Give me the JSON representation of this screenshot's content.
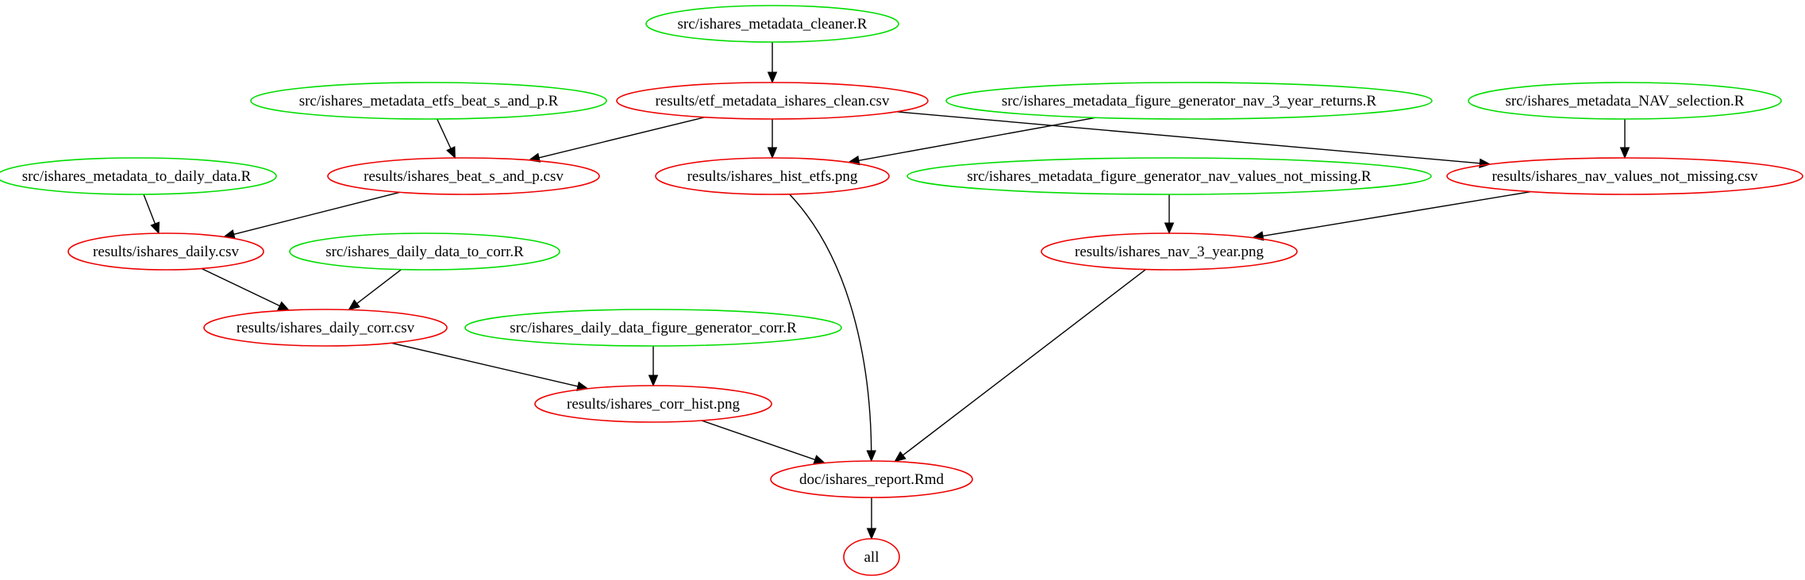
{
  "diagram": {
    "type": "dependency-graph",
    "colors": {
      "source": "#00dd00",
      "target": "#ee0000",
      "edge": "#000000",
      "background": "#ffffff"
    },
    "nodes": [
      {
        "id": "cleaner",
        "label": "src/ishares_metadata_cleaner.R",
        "kind": "source"
      },
      {
        "id": "clean_csv",
        "label": "results/etf_metadata_ishares_clean.csv",
        "kind": "target"
      },
      {
        "id": "beat_src",
        "label": "src/ishares_metadata_etfs_beat_s_and_p.R",
        "kind": "source"
      },
      {
        "id": "fig3y_src",
        "label": "src/ishares_metadata_figure_generator_nav_3_year_returns.R",
        "kind": "source"
      },
      {
        "id": "navsel_src",
        "label": "src/ishares_metadata_NAV_selection.R",
        "kind": "source"
      },
      {
        "id": "daily_src",
        "label": "src/ishares_metadata_to_daily_data.R",
        "kind": "source"
      },
      {
        "id": "beat_csv",
        "label": "results/ishares_beat_s_and_p.csv",
        "kind": "target"
      },
      {
        "id": "hist_etfs",
        "label": "results/ishares_hist_etfs.png",
        "kind": "target"
      },
      {
        "id": "figmiss_src",
        "label": "src/ishares_metadata_figure_generator_nav_values_not_missing.R",
        "kind": "source"
      },
      {
        "id": "navmiss_csv",
        "label": "results/ishares_nav_values_not_missing.csv",
        "kind": "target"
      },
      {
        "id": "daily_csv",
        "label": "results/ishares_daily.csv",
        "kind": "target"
      },
      {
        "id": "corr_src",
        "label": "src/ishares_daily_data_to_corr.R",
        "kind": "source"
      },
      {
        "id": "nav3y_png",
        "label": "results/ishares_nav_3_year.png",
        "kind": "target"
      },
      {
        "id": "corr_csv",
        "label": "results/ishares_daily_corr.csv",
        "kind": "target"
      },
      {
        "id": "figcorr_src",
        "label": "src/ishares_daily_data_figure_generator_corr.R",
        "kind": "source"
      },
      {
        "id": "corrhist_png",
        "label": "results/ishares_corr_hist.png",
        "kind": "target"
      },
      {
        "id": "report",
        "label": "doc/ishares_report.Rmd",
        "kind": "target"
      },
      {
        "id": "all",
        "label": "all",
        "kind": "target"
      }
    ],
    "edges": [
      {
        "from": "cleaner",
        "to": "clean_csv"
      },
      {
        "from": "clean_csv",
        "to": "beat_csv"
      },
      {
        "from": "clean_csv",
        "to": "hist_etfs"
      },
      {
        "from": "clean_csv",
        "to": "navmiss_csv"
      },
      {
        "from": "beat_src",
        "to": "beat_csv"
      },
      {
        "from": "fig3y_src",
        "to": "hist_etfs"
      },
      {
        "from": "navsel_src",
        "to": "navmiss_csv"
      },
      {
        "from": "daily_src",
        "to": "daily_csv"
      },
      {
        "from": "beat_csv",
        "to": "daily_csv"
      },
      {
        "from": "figmiss_src",
        "to": "nav3y_png"
      },
      {
        "from": "navmiss_csv",
        "to": "nav3y_png"
      },
      {
        "from": "daily_csv",
        "to": "corr_csv"
      },
      {
        "from": "corr_src",
        "to": "corr_csv"
      },
      {
        "from": "corr_csv",
        "to": "corrhist_png"
      },
      {
        "from": "figcorr_src",
        "to": "corrhist_png"
      },
      {
        "from": "hist_etfs",
        "to": "report"
      },
      {
        "from": "nav3y_png",
        "to": "report"
      },
      {
        "from": "corrhist_png",
        "to": "report"
      },
      {
        "from": "report",
        "to": "all"
      }
    ]
  }
}
